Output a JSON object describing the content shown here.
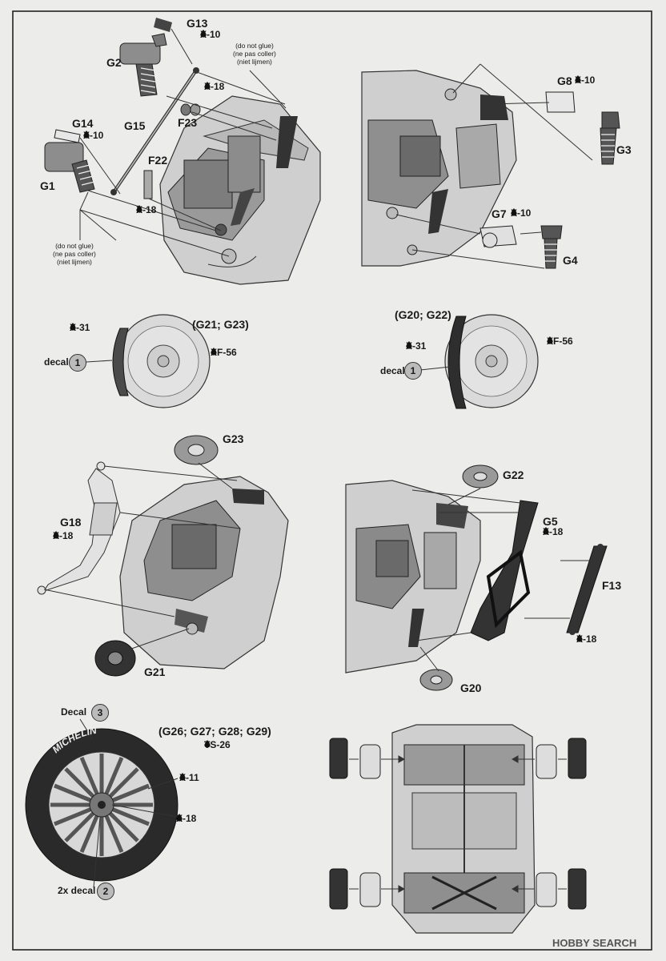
{
  "drop_icon": "paint-drop-icon",
  "sections": {
    "top_left": {
      "labels": {
        "g13": "G13",
        "g2": "G2",
        "g14": "G14",
        "g15": "G15",
        "g1": "G1",
        "f23": "F23",
        "f22": "F22"
      },
      "paints": {
        "x10_g13": "X-10",
        "x10_g14": "X-10",
        "x18_mid": "X-18",
        "x18_f22": "X-18"
      },
      "note_top": [
        "(do not glue)",
        "(ne pas coller)",
        "(niet lijmen)"
      ],
      "note_bottom": [
        "(do not glue)",
        "(ne pas coller)",
        "(niet lijmen)"
      ]
    },
    "top_right": {
      "labels": {
        "g8": "G8",
        "g3": "G3",
        "g7": "G7",
        "g4": "G4"
      },
      "paints": {
        "x10_g8": "X-10",
        "x10_g7": "X-10"
      }
    },
    "brake_left": {
      "title": "(G21; G23)",
      "paint_left": "X-31",
      "paint_right": "XF-56",
      "decal_label": "decal",
      "decal_number": "1"
    },
    "brake_right": {
      "title": "(G20; G22)",
      "paint_left": "X-31",
      "paint_right": "XF-56",
      "decal_label": "decal",
      "decal_number": "1"
    },
    "mid_left": {
      "labels": {
        "g23": "G23",
        "g18": "G18",
        "g21": "G21"
      },
      "paints": {
        "x18_g18": "X-18"
      }
    },
    "mid_right": {
      "labels": {
        "g22": "G22",
        "g5": "G5",
        "f13": "F13",
        "g20": "G20"
      },
      "paints": {
        "x18_g5": "X-18",
        "x18_f13": "X-18"
      }
    },
    "wheel": {
      "decal_top_label": "Decal",
      "decal_top_number": "3",
      "parts": "(G26; G27; G28; G29)",
      "paint_parts": "TS-26",
      "paint_rim": "X-11",
      "paint_hub": "X-18",
      "decal_bottom_label": "2x decal",
      "decal_bottom_number": "2",
      "tire_text": "MICHELIN"
    }
  },
  "watermark": "HOBBY SEARCH"
}
